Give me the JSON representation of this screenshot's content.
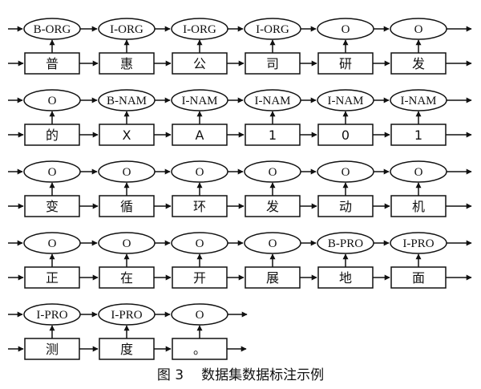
{
  "rows": [
    {
      "tags": [
        "B-ORG",
        "I-ORG",
        "I-ORG",
        "I-ORG",
        "O",
        "O"
      ],
      "tokens": [
        "普",
        "惠",
        "公",
        "司",
        "研",
        "发"
      ]
    },
    {
      "tags": [
        "O",
        "B-NAM",
        "I-NAM",
        "I-NAM",
        "I-NAM",
        "I-NAM"
      ],
      "tokens": [
        "的",
        "X",
        "A",
        "1",
        "0",
        "1"
      ]
    },
    {
      "tags": [
        "O",
        "O",
        "O",
        "O",
        "O",
        "O"
      ],
      "tokens": [
        "变",
        "循",
        "环",
        "发",
        "动",
        "机"
      ]
    },
    {
      "tags": [
        "O",
        "O",
        "O",
        "O",
        "B-PRO",
        "I-PRO"
      ],
      "tokens": [
        "正",
        "在",
        "开",
        "展",
        "地",
        "面"
      ]
    },
    {
      "tags": [
        "I-PRO",
        "I-PRO",
        "O"
      ],
      "tokens": [
        "测",
        "度",
        "。"
      ]
    }
  ],
  "caption": {
    "number": "图 3",
    "title": "数据集数据标注示例"
  }
}
